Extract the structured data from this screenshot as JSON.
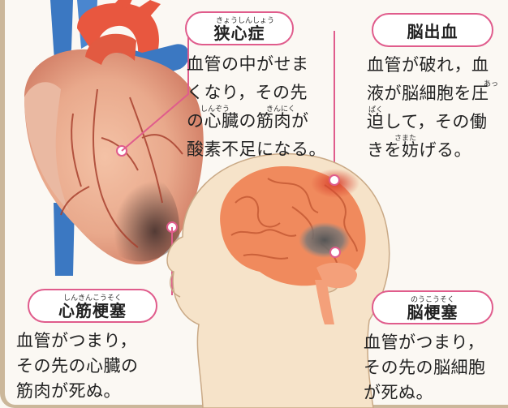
{
  "angina": {
    "ruby": "きょうしんしょう",
    "title": "狭心症",
    "lines": [
      "血管の中がせま",
      "くなり，その先",
      "の心臓の筋肉が",
      "酸素不足になる。"
    ],
    "ruby_notes": [
      "しんぞう",
      "きんにく"
    ]
  },
  "cerebral_hemorrhage": {
    "title": "脳出血",
    "lines": [
      "血管が破れ，血",
      "液が脳細胞を圧",
      "迫して，その働",
      "きを妨げる。"
    ],
    "ruby_notes": [
      "あっ",
      "ぱく",
      "さまた"
    ]
  },
  "myocardial_infarction": {
    "ruby": "しんきんこうそく",
    "title": "心筋梗塞",
    "lines": [
      "血管がつまり，",
      "その先の心臓の",
      "筋肉が死ぬ。"
    ]
  },
  "cerebral_infarction": {
    "ruby": "のうこうそく",
    "title": "脳梗塞",
    "lines": [
      "血管がつまり，",
      "その先の脳細胞",
      "が死ぬ。"
    ]
  },
  "colors": {
    "accent": "#e05c8c",
    "frame": "#cbb79a",
    "heart": "#e8573f",
    "vein": "#3b78c2",
    "skin": "#f6e3c9",
    "brain": "#f08a5d"
  },
  "icons": [
    "heart-illustration",
    "head-brain-illustration"
  ]
}
